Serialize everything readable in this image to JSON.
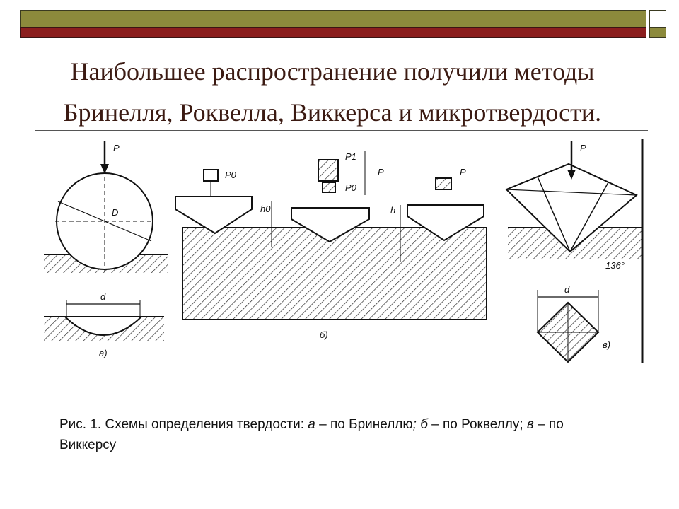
{
  "slide": {
    "title_line1": "Наибольшее распространение получили методы",
    "title_line2": "Бринелля, Роквелла, Виккерса и микротвердости."
  },
  "figure": {
    "labels": {
      "force": "P",
      "diameter_ball": "D",
      "diameter_print": "d",
      "p0": "P0",
      "p1": "P1",
      "h0": "h0",
      "h": "h",
      "angle": "136°",
      "panel_a": "а)",
      "panel_b": "б)",
      "panel_c": "в)"
    }
  },
  "caption": {
    "prefix": "Рис. 1. Схемы определения твердости: ",
    "a": "а",
    "a_text": " – по Бринеллю",
    "sep1": "; ",
    "b": "б",
    "b_text": " – по Роквеллу; ",
    "c": "в",
    "c_text": " – по Виккерсу"
  }
}
